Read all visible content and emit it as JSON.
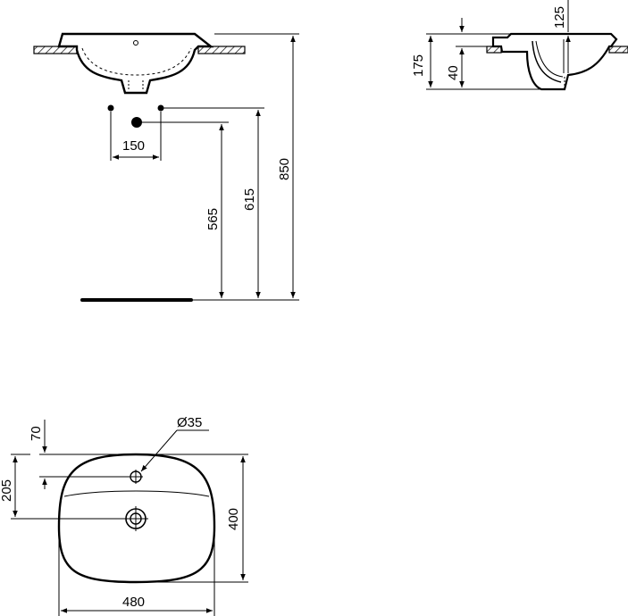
{
  "drawing": {
    "type": "technical drawing",
    "subject": "countertop washbasin dimensions (mm)",
    "stroke_color": "#000000",
    "background_color": "#ffffff"
  },
  "front_view": {
    "dimensions": {
      "tap_hole_spacing": "150",
      "waste_height": "565",
      "supply_height": "615",
      "rim_height": "850"
    }
  },
  "side_view": {
    "dimensions": {
      "overall_depth": "175",
      "lower_depth": "40",
      "upper_depth": "125"
    }
  },
  "top_view": {
    "dimensions": {
      "tap_hole_offset": "70",
      "waste_offset": "205",
      "tap_hole_diameter": "Ø35",
      "depth": "400",
      "width": "480"
    }
  }
}
